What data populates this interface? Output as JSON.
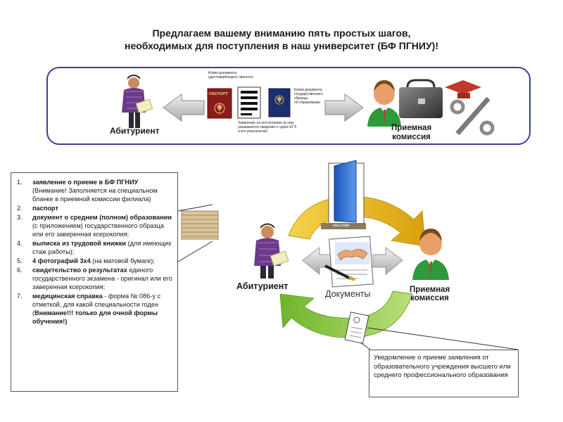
{
  "title": {
    "line1": "Предлагаем вашему вниманию пять простых шагов,",
    "line2": "необходимых для поступления в наш университет (БФ ПГНИУ)!"
  },
  "top_panel": {
    "applicant_label": "Абитуриент",
    "commission_label_1": "Приемная",
    "commission_label_2": "комиссия",
    "doc_caption_identity_1": "Копия документа,",
    "doc_caption_identity_2": "удостоверяющего личность",
    "passport_text": "ПАСПОРТ",
    "doc_caption_education_1": "Копия документа",
    "doc_caption_education_2": "государственного",
    "doc_caption_education_3": "образца",
    "doc_caption_education_4": "об образовании",
    "doc_caption_application_1": "Заявление на поступление (в нем",
    "doc_caption_application_2": "указываются сведения о сдаче ЕГЭ",
    "doc_caption_application_3": "и его результатах)"
  },
  "requirements": [
    {
      "num": "1.",
      "bold": "заявление о приеме в БФ ПГНИУ",
      "rest": " (Внимание! Заполняется на специальном бланке в приемной комиссии филиала)"
    },
    {
      "num": "2.",
      "bold": "паспорт",
      "rest": ""
    },
    {
      "num": "3.",
      "bold": "документ о среднем (полном) образовании",
      "rest": " (с приложением) государственного образца или его заверенная ксерокопия;"
    },
    {
      "num": "4.",
      "bold": "выписка из трудовой книжки",
      "rest": " (для имеющих стаж работы);"
    },
    {
      "num": "5.",
      "bold": "4 фотографий 3х4",
      "rest": " (на матовой бумаге);"
    },
    {
      "num": "6.",
      "bold": "свидетельство о результатах",
      "rest": " единого государственного экзамена - оригинал или его заверенная ксерокопия;"
    },
    {
      "num": "7.",
      "bold": "медицинская справка",
      "rest": " - форма № 086-у с отметкой, для какой специальности годен (",
      "bold2": "Внимание!!! только для очной формы обучения!",
      "rest2": ")"
    }
  ],
  "cycle": {
    "applicant_label": "Абитуриент",
    "commission_label_1": "Приемная",
    "commission_label_2": "комиссия",
    "documents_label": "Документы",
    "door_sign": "WELCOME"
  },
  "notice_text": "Уведомление о приеме заявления от образовательного учреждения высшего или среднего профессионального образования",
  "colors": {
    "panel_border": "#3a3f8f",
    "arrow_yellow": "#e6b820",
    "arrow_green": "#8cc63f",
    "door_blue": "#2f6fd6",
    "shirt_green": "#2e9a3a"
  }
}
